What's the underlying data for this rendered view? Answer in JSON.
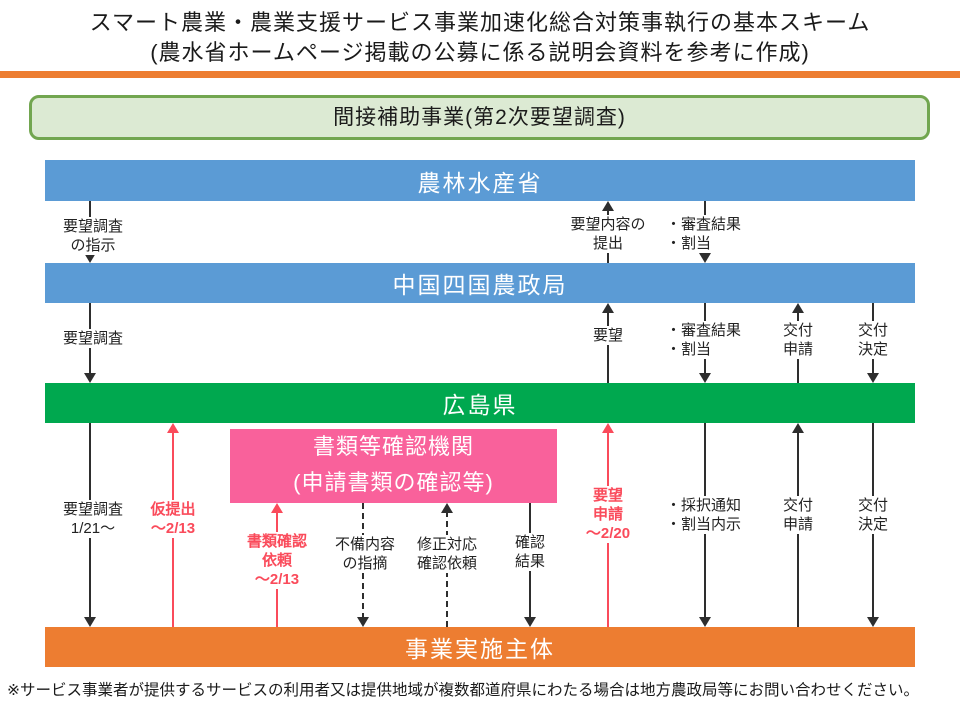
{
  "title": "スマート農業・農業支援サービス事業加速化総合対策事執行の基本スキーム\n(農水省ホームページ掲載の公募に係る説明会資料を参考に作成)",
  "banner": {
    "label": "間接補助事業(第2次要望調査)"
  },
  "bars": {
    "mlit": "農林水産省",
    "bureau": "中国四国農政局",
    "prefecture": "広島県",
    "operator": "事業実施主体"
  },
  "checker_box": {
    "label": "書類等確認機関\n(申請書類の確認等)"
  },
  "arrows": [
    {
      "label": "要望調査\nの指示"
    },
    {
      "label": "要望内容の\n提出"
    },
    {
      "label": "・審査結果\n・割当"
    },
    {
      "label": "要望調査"
    },
    {
      "label": "要望"
    },
    {
      "label": "・審査結果\n・割当"
    },
    {
      "label": "交付\n申請"
    },
    {
      "label": "交付\n決定"
    },
    {
      "label": "要望調査\n1/21〜"
    },
    {
      "label": "仮提出\n〜2/13"
    },
    {
      "label": "書類確認\n依頼\n〜2/13"
    },
    {
      "label": "不備内容\nの指摘"
    },
    {
      "label": "修正対応\n確認依頼"
    },
    {
      "label": "確認\n結果"
    },
    {
      "label": "要望\n申請\n〜2/20"
    },
    {
      "label": "・採択通知\n・割当内示"
    },
    {
      "label": "交付\n申請"
    },
    {
      "label": "交付\n決定"
    }
  ],
  "footnote": "※サービス事業者が提供するサービスの利用者又は提供地域が複数都道府県にわたる場合は地方農政局等にお問い合わせください。",
  "colors": {
    "accent_orange": "#ED7D31",
    "bar_blue": "#5B9BD5",
    "bar_green": "#00A84F",
    "box_pink": "#F9619B",
    "banner_fill": "#DCEAD3",
    "banner_border": "#72A650",
    "red": "#FA4B5B",
    "line_black": "#2E2E2E"
  }
}
